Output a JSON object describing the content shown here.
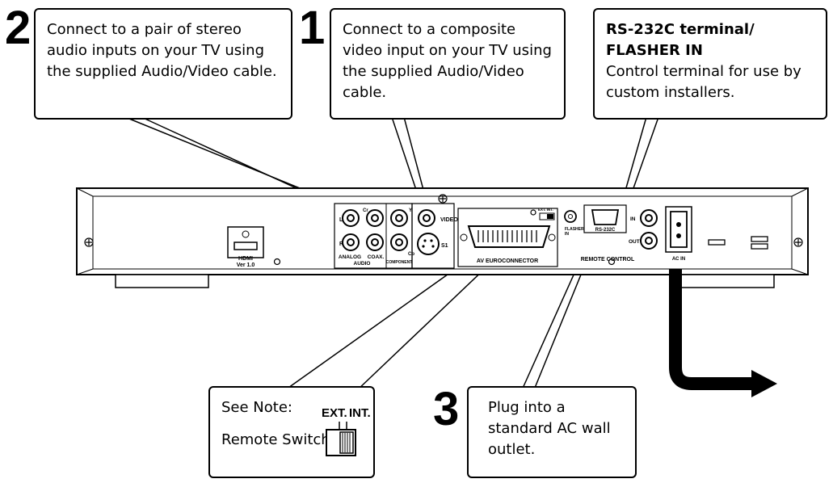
{
  "steps": {
    "s1": "1",
    "s2": "2",
    "s3": "3"
  },
  "callouts": {
    "audio": "Connect to a pair of stereo audio inputs on your TV using the supplied Audio/Video cable.",
    "video": "Connect to a composite video input on your TV using the supplied Audio/Video cable.",
    "rs232_title_1": "RS-232C terminal/",
    "rs232_title_2": "FLASHER IN",
    "rs232_body": "Control terminal for use by custom installers.",
    "note_1": "See Note:",
    "note_2": "Remote Switch",
    "switch_ext": "EXT.",
    "switch_int": "INT.",
    "ac": "Plug into a standard AC wall outlet."
  },
  "panel_labels": {
    "hdmi": "HDMI",
    "hdmi_ver": "Ver 1.0",
    "analog": "ANALOG",
    "audio": "AUDIO",
    "coax": "COAX.",
    "component": "COMPONENT",
    "video": "VIDEO",
    "s1": "S1",
    "l": "L",
    "r": "R",
    "cr": "Cr",
    "cb": "Cb",
    "y": "Y",
    "av_connector": "AV EUROCONNECTOR",
    "ext_int": "EXT. INT.",
    "flasher": "FLASHER",
    "flasher_in": "IN",
    "rs232c": "RS-232C",
    "remote_control": "REMOTE CONTROL",
    "in": "IN",
    "out": "OUT",
    "ac_in": "AC IN"
  }
}
